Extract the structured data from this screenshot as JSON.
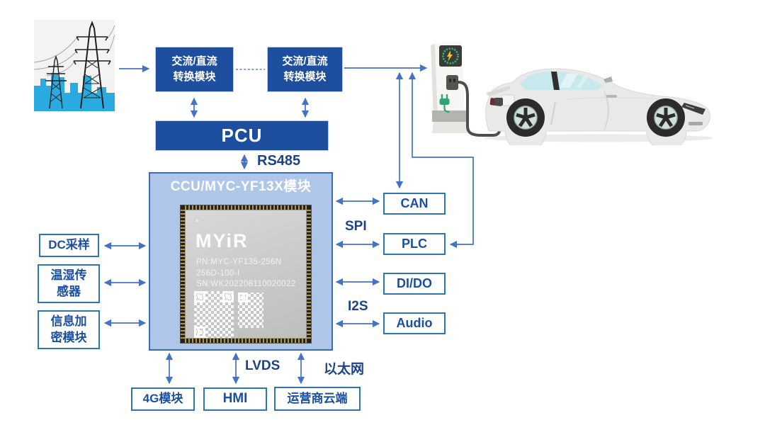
{
  "diagram_title": "",
  "nodes": {
    "acdc1": "交流/直流\n转换模块",
    "acdc2": "交流/直流\n转换模块",
    "pcu": "PCU",
    "ccu_title": "CCU/MYC-YF13X模块",
    "chip": {
      "logo": "MYiR",
      "pn": "PN:MYC-YF135-256N\n256D-100-I",
      "sn": "SN:WK202208110020022"
    },
    "left": {
      "dc_sampling": "DC采样",
      "temp_humidity_sensor": "温湿传\n感器",
      "encryption_module": "信息加\n密模块"
    },
    "right": {
      "can": "CAN",
      "plc": "PLC",
      "dido": "DI/DO",
      "audio": "Audio"
    },
    "bottom": {
      "module_4g": "4G模块",
      "hmi": "HMI",
      "operator_cloud": "运营商云端"
    }
  },
  "bus_labels": {
    "rs485": "RS485",
    "spi": "SPI",
    "i2s": "I2S",
    "lvds": "LVDS",
    "ethernet": "以太网"
  },
  "colors": {
    "node_dark_blue": "#1e4f9f",
    "ccu_fill": "#aec6e8",
    "ccu_border": "#3c6ab8",
    "arrow_blue": "#4472c4",
    "light_box_border": "#2e75b6",
    "light_box_text": "#1b4fa0",
    "bus_label_text": "#1d4289",
    "charger_green": "#2eb87a",
    "bolt_yellow": "#f2c21d",
    "skyline_blue": "#29abe2",
    "chip_silver": "#cccccA"
  }
}
